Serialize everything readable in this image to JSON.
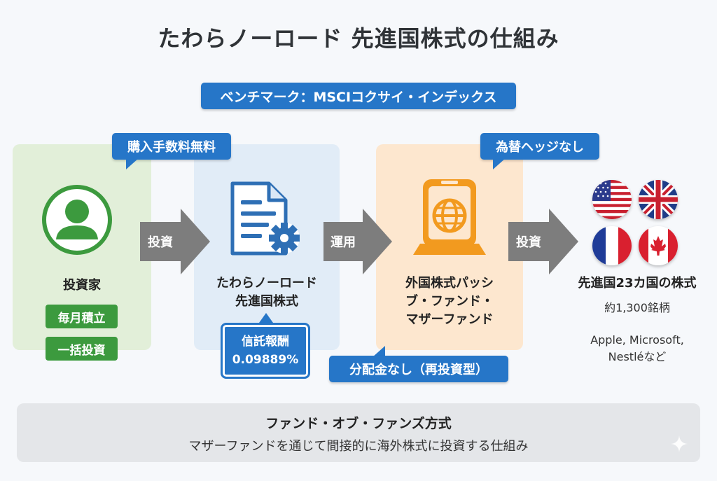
{
  "title": "たわらノーロード 先進国株式の仕組み",
  "benchmark": "ベンチマーク：MSCIコクサイ・インデックス",
  "tags": {
    "purchase_fee": "購入手数料無料",
    "currency_hedge": "為替ヘッジなし",
    "distribution": "分配金なし（再投資型）"
  },
  "arrows": {
    "invest1": "投資",
    "operate": "運用",
    "invest2": "投資"
  },
  "investor": {
    "label": "投資家",
    "options": [
      "毎月積立",
      "一括投資"
    ]
  },
  "fund": {
    "line1": "たわらノーロード",
    "line2": "先進国株式",
    "fee_label": "信託報酬",
    "fee_value": "0.09889%"
  },
  "mother_fund": {
    "line1": "外国株式パッシ",
    "line2": "ブ・ファンド・",
    "line3": "マザーファンド"
  },
  "stocks": {
    "label": "先進国23カ国の株式",
    "count": "約1,300銘柄",
    "examples_line1": "Apple, Microsoft,",
    "examples_line2": "Nestléなど",
    "flags": [
      "us-flag-icon",
      "uk-flag-icon",
      "france-flag-icon",
      "canada-flag-icon"
    ]
  },
  "bottom": {
    "title": "ファンド・オブ・ファンズ方式",
    "description": "マザーファンドを通じて間接的に海外株式に投資する仕組み"
  },
  "colors": {
    "accent_blue": "#2676c8",
    "green": "#3c9a3e",
    "orange": "#f29a1f",
    "arrow_gray": "#7d7d7d"
  }
}
